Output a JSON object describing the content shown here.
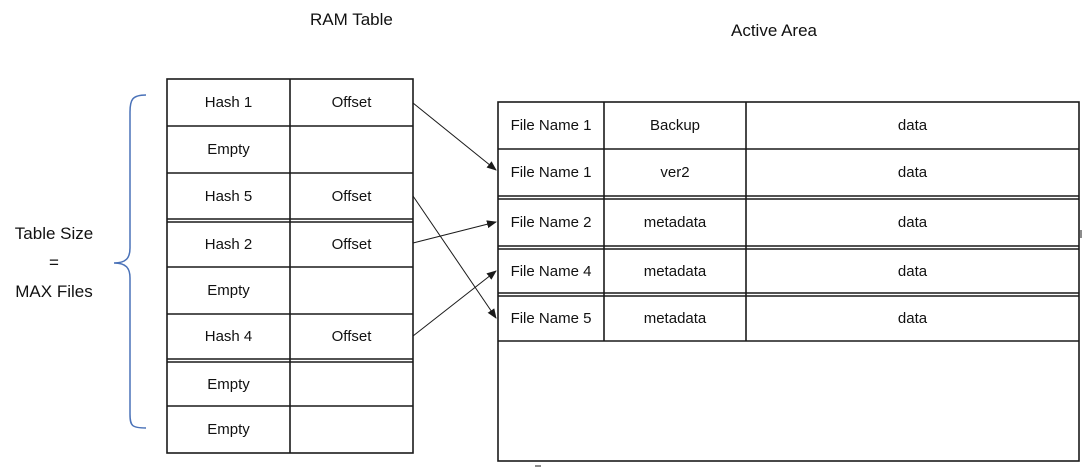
{
  "titles": {
    "ram_table": "RAM Table",
    "active_area": "Active Area"
  },
  "side_label": {
    "line1": "Table Size",
    "line2": "=",
    "line3": "MAX Files"
  },
  "ram_table": {
    "rows": [
      {
        "hash": "Hash 1",
        "offset": "Offset"
      },
      {
        "hash": "Empty",
        "offset": ""
      },
      {
        "hash": "Hash 5",
        "offset": "Offset"
      },
      {
        "hash": "Hash 2",
        "offset": "Offset"
      },
      {
        "hash": "Empty",
        "offset": ""
      },
      {
        "hash": "Hash 4",
        "offset": "Offset"
      },
      {
        "hash": "Empty",
        "offset": ""
      },
      {
        "hash": "Empty",
        "offset": ""
      }
    ]
  },
  "active_area": {
    "rows": [
      {
        "name": "File Name 1",
        "meta": "Backup",
        "data": "data"
      },
      {
        "name": "File Name 1",
        "meta": "ver2",
        "data": "data"
      },
      {
        "name": "File Name 2",
        "meta": "metadata",
        "data": "data"
      },
      {
        "name": "File Name 4",
        "meta": "metadata",
        "data": "data"
      },
      {
        "name": "File Name 5",
        "meta": "metadata",
        "data": "data"
      }
    ]
  },
  "colors": {
    "stroke": "#1a1a1a",
    "brace": "#4a72b8"
  }
}
